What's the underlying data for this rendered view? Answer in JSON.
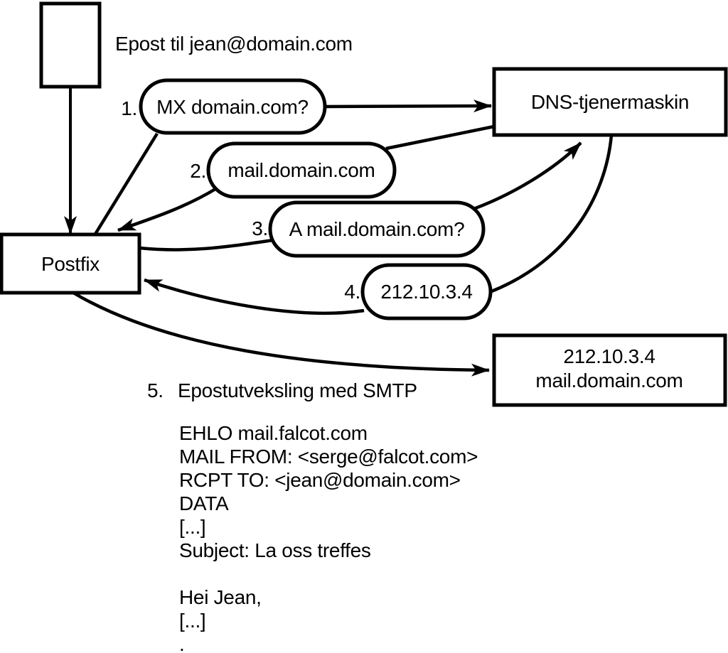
{
  "diagram": {
    "title": "Epost til jean@domain.com",
    "nodes": {
      "postfix": {
        "label": "Postfix"
      },
      "dns": {
        "label": "DNS-tjenermaskin"
      },
      "mailserver": {
        "line1": "212.10.3.4",
        "line2": "mail.domain.com"
      }
    },
    "steps": [
      {
        "num": "1.",
        "label": "MX domain.com?"
      },
      {
        "num": "2.",
        "label": "mail.domain.com"
      },
      {
        "num": "3.",
        "label": "A mail.domain.com?"
      },
      {
        "num": "4.",
        "label": "212.10.3.4"
      },
      {
        "num": "5.",
        "label": "Epostutveksling med SMTP"
      }
    ],
    "smtp": {
      "lines": [
        "EHLO mail.falcot.com",
        "MAIL FROM: <serge@falcot.com>",
        "RCPT TO: <jean@domain.com>",
        "DATA",
        "[...]",
        "Subject: La oss treffes",
        "Hei Jean,",
        "[...]",
        "."
      ]
    },
    "colors": {
      "stroke": "#000000",
      "background": "#ffffff"
    }
  }
}
